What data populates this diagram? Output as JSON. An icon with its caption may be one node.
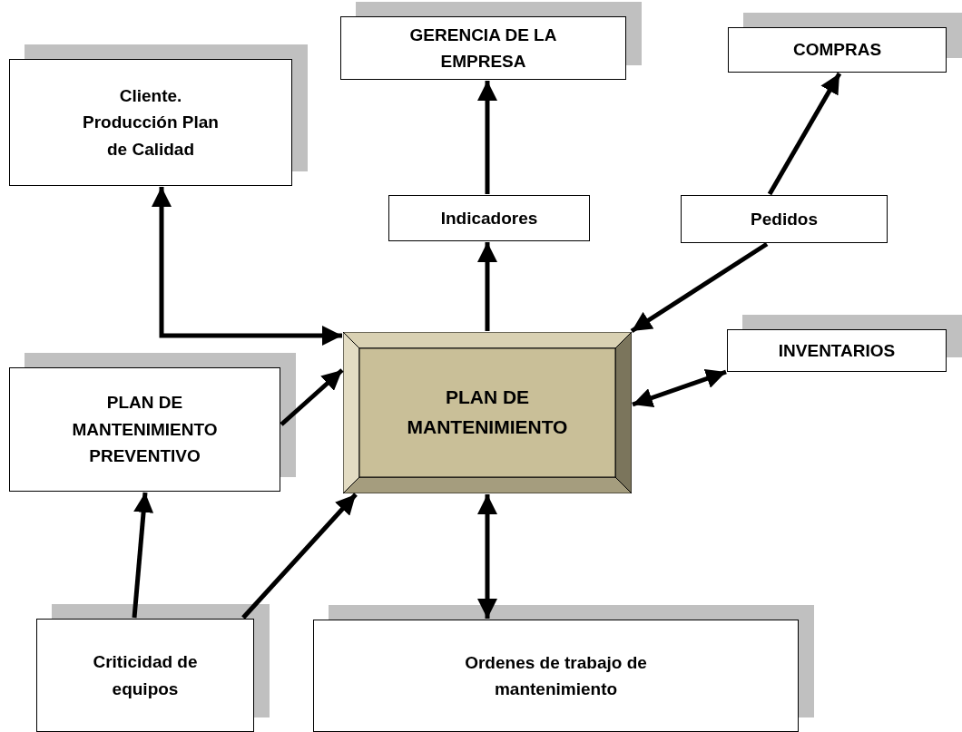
{
  "diagram": {
    "nodes": [
      {
        "text": [
          "Cliente. Producción Plan de Calidad"
        ]
      },
      {
        "text": [
          "GERENCIA DE LA EMPRESA"
        ]
      },
      {
        "text": [
          "COMPRAS"
        ]
      },
      {
        "text": [
          "Indicadores"
        ]
      },
      {
        "text": [
          "Pedidos"
        ]
      },
      {
        "text": [
          "PLAN DE MANTENIMIENTO"
        ]
      },
      {
        "text": [
          "INVENTARIOS"
        ]
      },
      {
        "text": [
          "PLAN DE MANTENIMIENTO PREVENTIVO"
        ]
      },
      {
        "text": [
          "Criticidad de equipos"
        ]
      },
      {
        "text": [
          "Ordenes de trabajo de mantenimiento"
        ]
      }
    ],
    "edges": [
      {
        "from": 0,
        "to": 5,
        "arrow": "both"
      },
      {
        "from": 5,
        "to": 3,
        "arrow": "to"
      },
      {
        "from": 3,
        "to": 1,
        "arrow": "to"
      },
      {
        "from": 4,
        "to": 5,
        "arrow": "to"
      },
      {
        "from": 4,
        "to": 2,
        "arrow": "to"
      },
      {
        "from": 5,
        "to": 6,
        "arrow": "both"
      },
      {
        "from": 7,
        "to": 5,
        "arrow": "to"
      },
      {
        "from": 8,
        "to": 7,
        "arrow": "to"
      },
      {
        "from": 8,
        "to": 5,
        "arrow": "to"
      },
      {
        "from": 5,
        "to": 9,
        "arrow": "both"
      }
    ]
  }
}
